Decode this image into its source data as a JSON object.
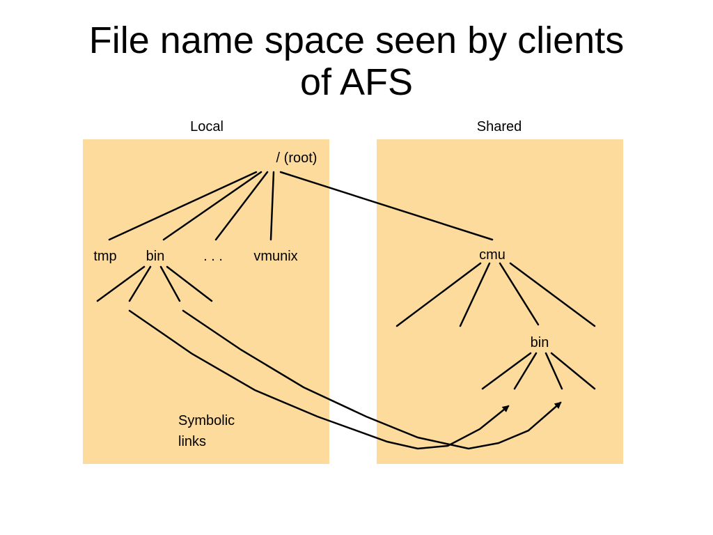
{
  "title": {
    "line1": "File name space seen by clients",
    "line2": "of AFS"
  },
  "colors": {
    "panel_fill": "#FDDB9D",
    "stroke": "#000000",
    "background": "#FFFFFF"
  },
  "regions": {
    "local_label": "Local",
    "shared_label": "Shared"
  },
  "nodes": {
    "root": "/ (root)",
    "tmp": "tmp",
    "bin_local": "bin",
    "ellipsis": ". . .",
    "vmunix": "vmunix",
    "cmu": "cmu",
    "bin_shared": "bin"
  },
  "annotation": {
    "line1": "Symbolic",
    "line2": "links"
  }
}
